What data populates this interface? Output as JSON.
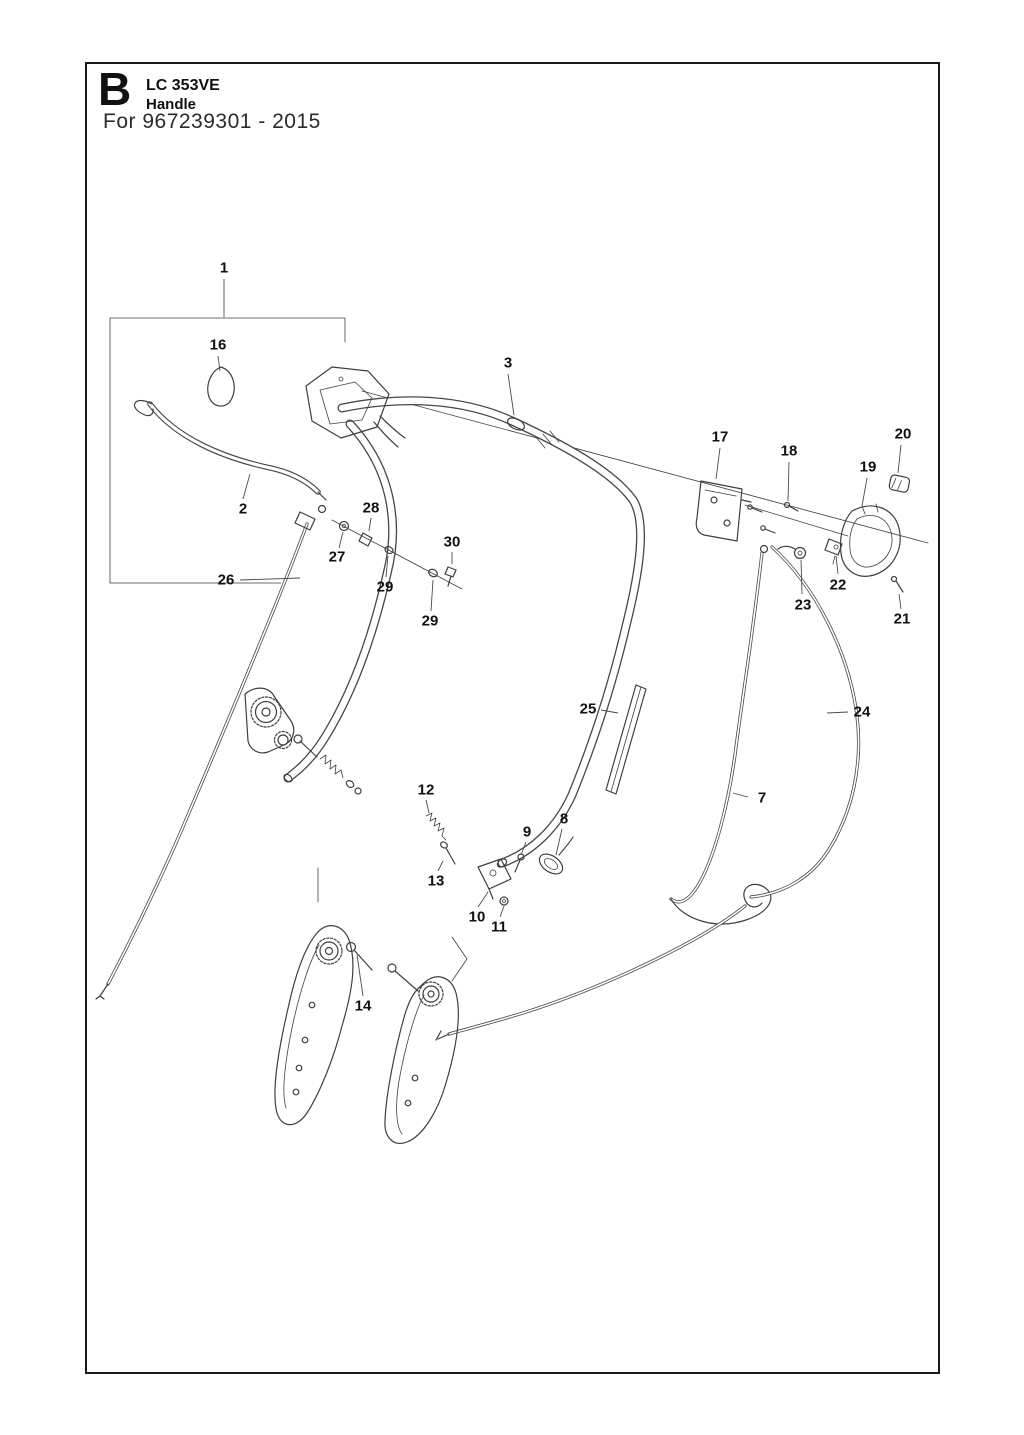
{
  "header": {
    "section": "B",
    "model": "LC 353VE",
    "title": "Handle",
    "for_text": "For 967239301 - 2015"
  },
  "callouts": [
    "1",
    "16",
    "2",
    "3",
    "26",
    "27",
    "28",
    "29",
    "29",
    "30",
    "25",
    "12",
    "13",
    "9",
    "8",
    "10",
    "11",
    "14",
    "7",
    "24",
    "17",
    "18",
    "19",
    "20",
    "21",
    "22",
    "23"
  ]
}
